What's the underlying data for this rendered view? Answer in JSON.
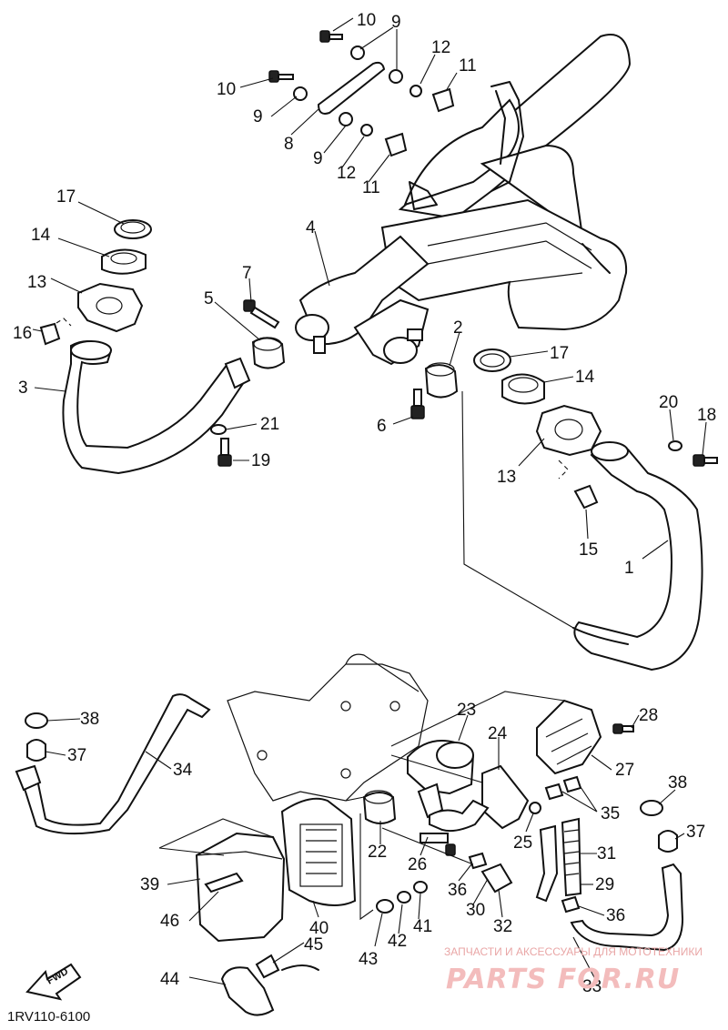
{
  "diagram_code": "1RV110-6100",
  "fwd_label": "FWD",
  "watermark": {
    "subtitle": "ЗАПЧАСТИ И АКСЕССУАРЫ ДЛЯ МОТОТЕХНИКИ",
    "brand": "PARTS FOR.RU"
  },
  "callouts": [
    "10",
    "9",
    "10",
    "9",
    "8",
    "9",
    "12",
    "11",
    "12",
    "11",
    "17",
    "14",
    "13",
    "16",
    "3",
    "5",
    "7",
    "4",
    "2",
    "17",
    "14",
    "6",
    "21",
    "19",
    "13",
    "15",
    "20",
    "18",
    "1",
    "38",
    "37",
    "34",
    "23",
    "28",
    "24",
    "27",
    "38",
    "37",
    "35",
    "25",
    "31",
    "29",
    "36",
    "22",
    "26",
    "36",
    "30",
    "32",
    "39",
    "46",
    "40",
    "43",
    "42",
    "41",
    "45",
    "44",
    "33"
  ]
}
